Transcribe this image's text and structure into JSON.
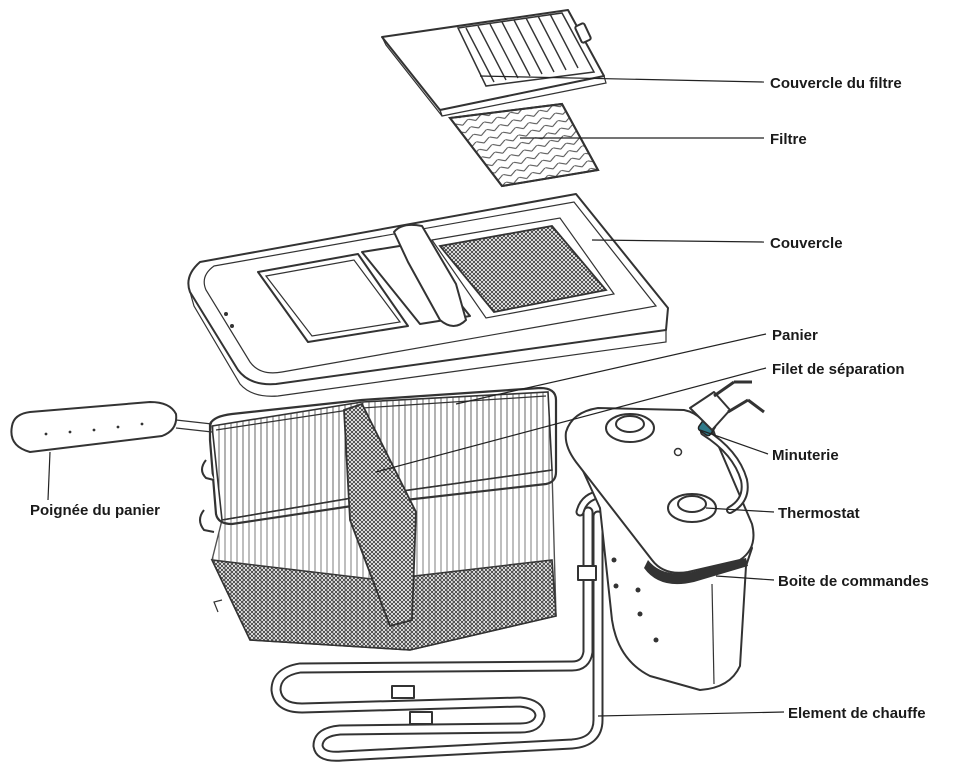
{
  "labels": {
    "filter_cover": "Couvercle du filtre",
    "filter": "Filtre",
    "lid": "Couvercle",
    "basket": "Panier",
    "divider": "Filet de séparation",
    "basket_handle": "Poignée du panier",
    "timer": "Minuterie",
    "thermostat": "Thermostat",
    "control_box": "Boite de commandes",
    "heating_element": "Element de chauffe"
  },
  "colors": {
    "line": "#222222",
    "part_fill": "#ffffff",
    "mesh_dark": "#3a3a3a",
    "panel_dark": "#333333",
    "cord_ring": "#2f7a8a"
  }
}
